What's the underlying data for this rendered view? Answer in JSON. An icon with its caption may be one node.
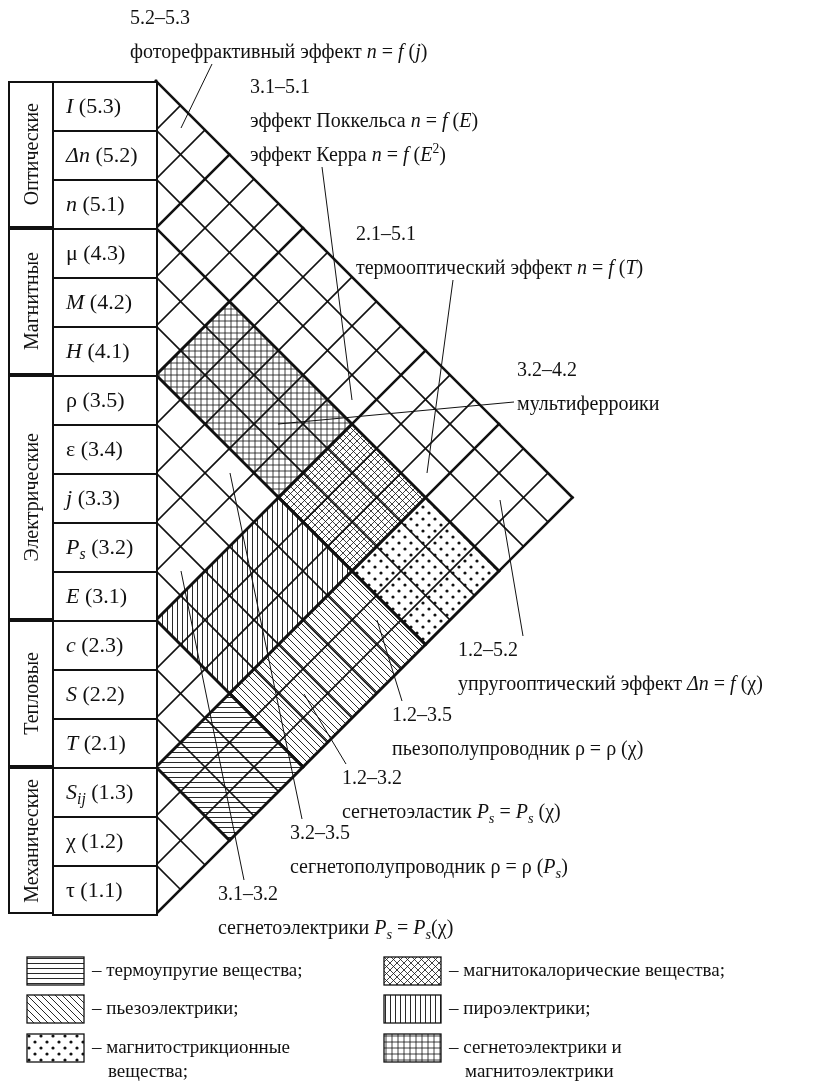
{
  "diagram": {
    "nodes": [
      {
        "text": [
          "Оптические"
        ]
      },
      {
        "text": [
          "*I* (5.3)"
        ]
      },
      {
        "text": [
          "*Δn* (5.2)"
        ]
      },
      {
        "text": [
          "*n* (5.1)"
        ]
      },
      {
        "text": [
          "Магнитные"
        ]
      },
      {
        "text": [
          "μ (4.3)"
        ]
      },
      {
        "text": [
          "*M* (4.2)"
        ]
      },
      {
        "text": [
          "*H* (4.1)"
        ]
      },
      {
        "text": [
          "Электрические"
        ]
      },
      {
        "text": [
          "ρ (3.5)"
        ]
      },
      {
        "text": [
          "ε (3.4)"
        ]
      },
      {
        "text": [
          "*j* (3.3)"
        ]
      },
      {
        "text": [
          "*P*$_{s}$ (3.2)"
        ]
      },
      {
        "text": [
          "*E* (3.1)"
        ]
      },
      {
        "text": [
          "Тепловые"
        ]
      },
      {
        "text": [
          "*c* (2.3)"
        ]
      },
      {
        "text": [
          "*S* (2.2)"
        ]
      },
      {
        "text": [
          "*T* (2.1)"
        ]
      },
      {
        "text": [
          "Механические"
        ]
      },
      {
        "text": [
          "*S*$_{ij}$ (1.3)"
        ]
      },
      {
        "text": [
          "χ (1.2)"
        ]
      },
      {
        "text": [
          "τ (1.1)"
        ]
      },
      {
        "text": [
          "5.2–5.3",
          "фоторефрактивный эффект *n* = *f* (*j*)"
        ]
      },
      {
        "text": [
          "3.1–5.1",
          "эффект Поккельса *n* = *f* (*E*)",
          "эффект Керра *n* = *f* (*E*$^{2}$)"
        ]
      },
      {
        "text": [
          "2.1–5.1",
          "термооптический эффект *n* = *f* (*T*)"
        ]
      },
      {
        "text": [
          "3.2–4.2",
          "мультиферроики"
        ]
      },
      {
        "text": [
          "1.2–5.2",
          "упругооптический эффект *Δn* = *f* (χ)"
        ]
      },
      {
        "text": [
          "1.2–3.5",
          "пьезополупроводник ρ = ρ (χ)"
        ]
      },
      {
        "text": [
          "1.2–3.2",
          "сегнетоэластик *P*$_{s}$ = *P*$_{s}$ (χ)"
        ]
      },
      {
        "text": [
          "3.2–3.5",
          "сегнетополупроводник ρ = ρ (*P*$_{s}$)"
        ]
      },
      {
        "text": [
          "3.1–3.2",
          "сегнетоэлектрики *P*$_{s}$ = *P*$_{s}$(χ)"
        ]
      }
    ],
    "edges": [
      {
        "from": 22,
        "to": null,
        "arrow": "none"
      },
      {
        "from": 23,
        "to": null,
        "arrow": "none"
      },
      {
        "from": 24,
        "to": null,
        "arrow": "none"
      },
      {
        "from": 25,
        "to": null,
        "arrow": "none"
      },
      {
        "from": 26,
        "to": null,
        "arrow": "none"
      },
      {
        "from": 27,
        "to": null,
        "arrow": "none"
      },
      {
        "from": 28,
        "to": null,
        "arrow": "none"
      },
      {
        "from": 29,
        "to": null,
        "arrow": "none"
      },
      {
        "from": 30,
        "to": null,
        "arrow": "none"
      }
    ],
    "legend": [
      {
        "text": "– термоупругие вещества;"
      },
      {
        "text": "– магнитокалорические вещества;"
      },
      {
        "text": "– пьезоэлектрики;"
      },
      {
        "text": "– пироэлектрики;"
      },
      {
        "text": "– магнитострикционные вещества;"
      },
      {
        "text": "– сегнетоэлектрики и магнитоэлектрики"
      }
    ]
  }
}
